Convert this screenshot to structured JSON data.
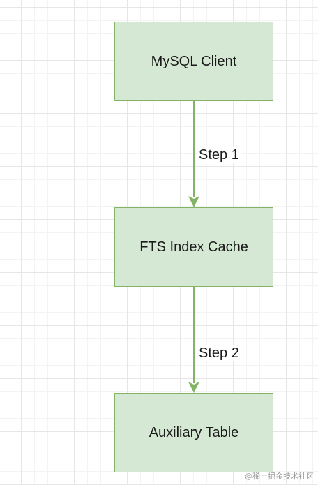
{
  "nodes": [
    {
      "label": "MySQL Client"
    },
    {
      "label": "FTS Index Cache"
    },
    {
      "label": "Auxiliary Table"
    }
  ],
  "edges": [
    {
      "from": "MySQL Client",
      "to": "FTS Index Cache",
      "label": "Step 1"
    },
    {
      "from": "FTS Index Cache",
      "to": "Auxiliary Table",
      "label": "Step 2"
    }
  ],
  "colors": {
    "node_fill": "#d5e8d4",
    "node_stroke": "#82b366",
    "edge": "#82b366"
  },
  "watermark": "@稀土掘金技术社区"
}
